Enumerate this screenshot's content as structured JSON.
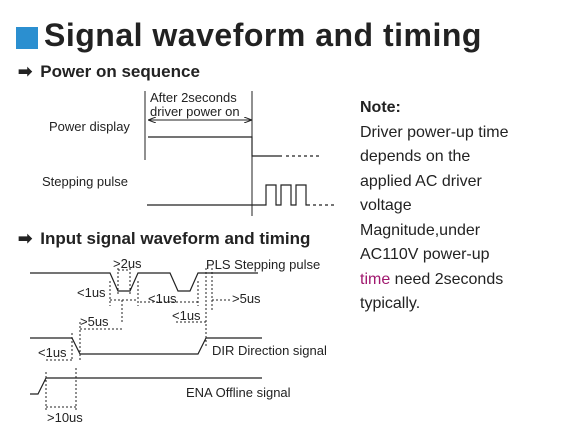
{
  "title": "Signal waveform and timing",
  "sections": {
    "power_on": "Power on sequence",
    "input_timing": "Input signal waveform and timing"
  },
  "power_on_diagram": {
    "after_label_1": "After 2seconds",
    "after_label_2": "driver power on",
    "power_display": "Power display",
    "stepping_pulse": "Stepping pulse"
  },
  "timing_diagram": {
    "gt2us": ">2us",
    "lt1us_a": "<1us",
    "lt1us_b": "<1us",
    "gt5us_a": ">5us",
    "gt5us_b": ">5us",
    "lt1us_c": "<1us",
    "lt1us_d": "<1us",
    "gt10us": ">10us",
    "pls_label": "PLS Stepping pulse",
    "dir_label": "DIR Direction signal",
    "ena_label": "ENA Offline signal"
  },
  "note": {
    "heading": "Note:",
    "line1": "Driver power-up time",
    "line2": "depends on the",
    "line3": "applied AC driver",
    "line4": "voltage",
    "line5": "Magnitude,under",
    "line6": "AC110V power-up",
    "line7_highlight": "time",
    "line7_rest": " need 2seconds",
    "line8": "typically."
  },
  "colors": {
    "accent_square": "#2b8fd0",
    "highlight": "#a0186e"
  },
  "icons": [
    "arrow-right-icon"
  ]
}
